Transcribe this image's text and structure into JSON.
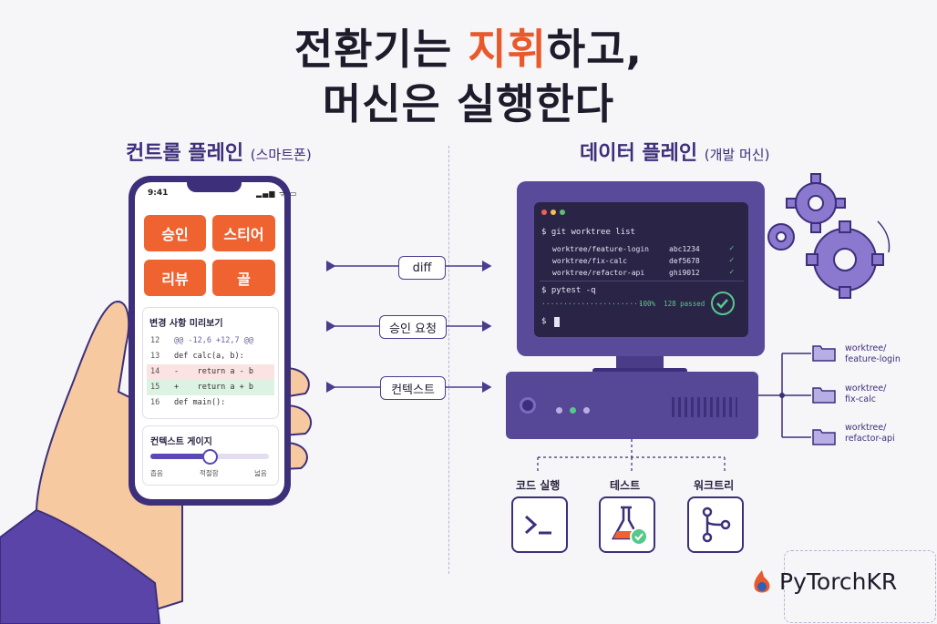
{
  "title": {
    "line1_a": "전환기는 ",
    "line1_accent": "지휘",
    "line1_b": "하고,",
    "line2": "머신은 실행한다"
  },
  "control_plane": {
    "label": "컨트롤 플레인",
    "sub": "(스마트폰)"
  },
  "data_plane": {
    "label": "데이터 플레인",
    "sub": "(개발 머신)"
  },
  "phone": {
    "time": "9:41",
    "status": "▂▄▆ ᯤ ▭",
    "buttons": [
      "승인",
      "스티어",
      "리뷰",
      "골"
    ],
    "preview_title": "변경 사항 미리보기",
    "code": [
      {
        "ln": "12",
        "text": "@@ -12,6 +12,7 @@",
        "kind": "hunk"
      },
      {
        "ln": "13",
        "text": "def calc(a, b):",
        "kind": "ctx"
      },
      {
        "ln": "14",
        "text": "-    return a - b",
        "kind": "del"
      },
      {
        "ln": "15",
        "text": "+    return a + b",
        "kind": "add"
      },
      {
        "ln": "16",
        "text": "def main():",
        "kind": "ctx"
      }
    ],
    "gauge_title": "컨텍스트 게이지",
    "gauge_value": 0.5,
    "gauge_labels": [
      "좁음",
      "적절함",
      "넓음"
    ]
  },
  "arrows": [
    "diff",
    "승인 요청",
    "컨텍스트"
  ],
  "terminal": {
    "cmd1": "$ git worktree list",
    "rows": [
      {
        "path": "worktree/feature-login",
        "hash": "abc1234",
        "mark": "✓"
      },
      {
        "path": "worktree/fix-calc",
        "hash": "def5678",
        "mark": "✓"
      },
      {
        "path": "worktree/refactor-api",
        "hash": "ghi9012",
        "mark": "✓"
      }
    ],
    "cmd2": "$ pytest -q",
    "progress_dots": "·······················",
    "progress_text": "100%  128 passed",
    "prompt": "$"
  },
  "worktrees": [
    {
      "line1": "worktree/",
      "line2": "feature-login"
    },
    {
      "line1": "worktree/",
      "line2": "fix-calc"
    },
    {
      "line1": "worktree/",
      "line2": "refactor-api"
    }
  ],
  "capabilities": [
    {
      "label": "코드 실행",
      "icon": "terminal-icon"
    },
    {
      "label": "테스트",
      "icon": "flask-icon"
    },
    {
      "label": "워크트리",
      "icon": "branch-icon"
    }
  ],
  "logo": {
    "text": "PyTorchKR"
  },
  "colors": {
    "accent": "#e85a2c",
    "primary": "#3d2f7a",
    "orange": "#ef6331",
    "green": "#58c88a"
  }
}
